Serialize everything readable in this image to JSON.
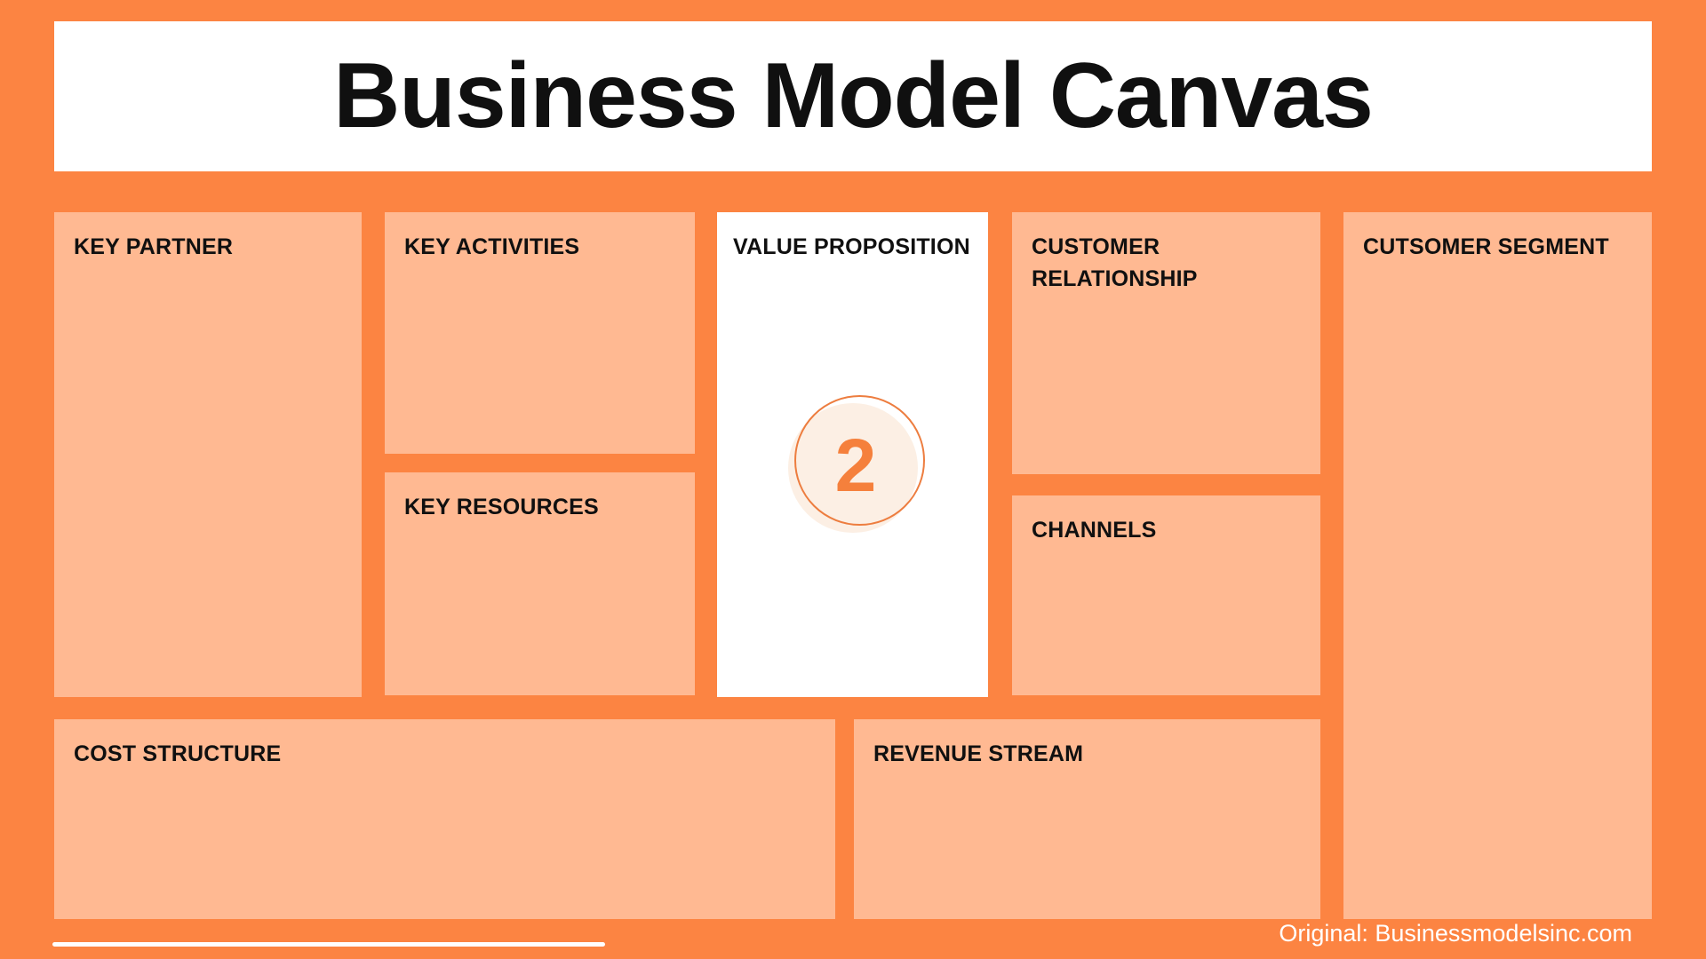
{
  "page": {
    "title": "Business Model Canvas",
    "footer_credit": "Original: Businessmodelsinc.com"
  },
  "colors": {
    "background": "#FC8442",
    "box": "#FFB992",
    "banner": "#FFFFFF",
    "ink": "#101010",
    "badge_fill": "#FCEFE4",
    "badge_border": "#ED7D3F",
    "badge_number": "#F5803C",
    "footer_text": "#FFFFFF"
  },
  "sections": {
    "key_partner": {
      "label": "KEY PARTNER"
    },
    "key_activities": {
      "label": "KEY ACTIVITIES"
    },
    "key_resources": {
      "label": "KEY RESOURCES"
    },
    "value_proposition": {
      "label": "VALUE PROPOSITION",
      "badge_number": "2"
    },
    "customer_relationship": {
      "label": "CUSTOMER RELATIONSHIP"
    },
    "channels": {
      "label": "CHANNELS"
    },
    "customer_segment": {
      "label": "CUTSOMER SEGMENT"
    },
    "cost_structure": {
      "label": "COST STRUCTURE"
    },
    "revenue_stream": {
      "label": "REVENUE STREAM"
    }
  }
}
